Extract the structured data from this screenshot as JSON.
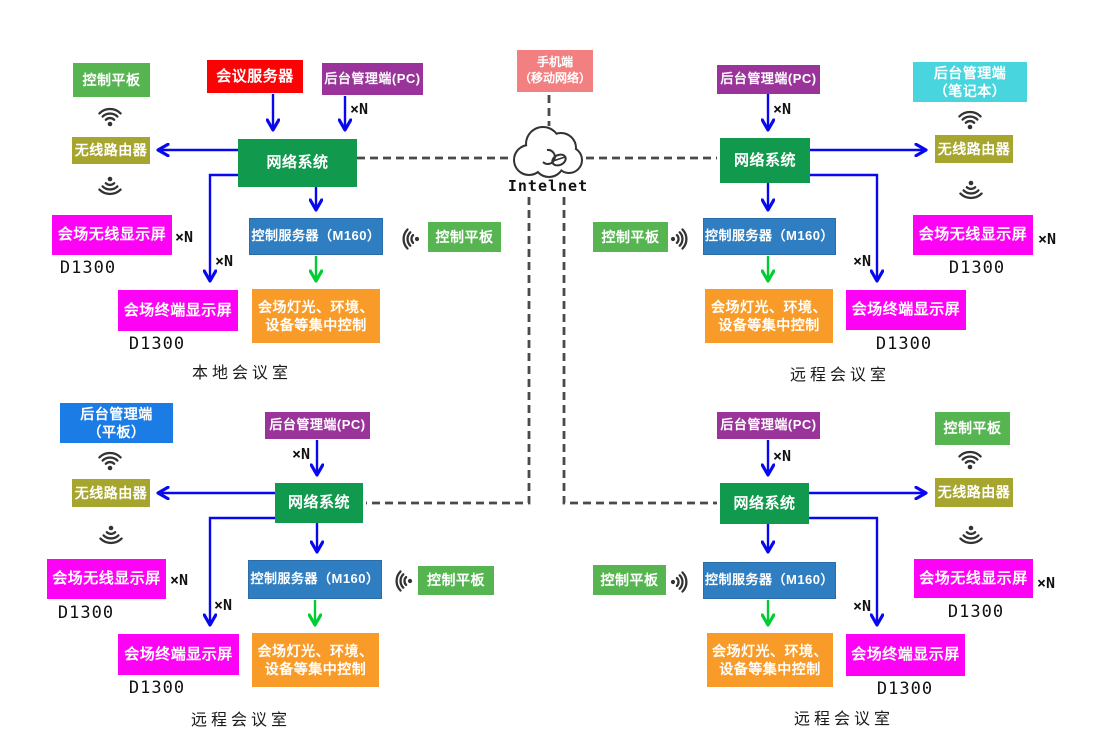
{
  "labels": {
    "control_tablet": "控制平板",
    "meeting_server": "会议服务器",
    "admin_pc": "后台管理端(PC)",
    "admin_laptop_line1": "后台管理端",
    "admin_laptop_line2": "（笔记本）",
    "admin_pad_line1": "后台管理端",
    "admin_pad_line2": "（平板）",
    "wireless_router": "无线路由器",
    "network_system": "网络系统",
    "control_server": "控制服务器（M160）",
    "wireless_display": "会场无线显示屏",
    "terminal_display": "会场终端显示屏",
    "central_line1": "会场灯光、环境、",
    "central_line2": "设备等集中控制",
    "mobile_line1": "手机端",
    "mobile_line2": "（移动网络）",
    "internet": "Intelnet",
    "xn": "×N",
    "d1300": "D1300",
    "local_room": "本地会议室",
    "remote_room": "远程会议室"
  },
  "colors": {
    "tablet_green": "#56b551",
    "server_red": "#fb0205",
    "admin_purple": "#9a349a",
    "router_olive": "#a6a52e",
    "network_green": "#119a4d",
    "control_server_blue": "#2f7ec1",
    "display_magenta": "#fd02f4",
    "central_orange": "#f89b28",
    "mobile_salmon": "#f28080",
    "laptop_cyan": "#49d5de",
    "pad_blue": "#1b7ce5",
    "arrow_blue": "#0808f0",
    "arrow_green": "#00cc33",
    "dashed_gray": "#4a4a4a"
  }
}
